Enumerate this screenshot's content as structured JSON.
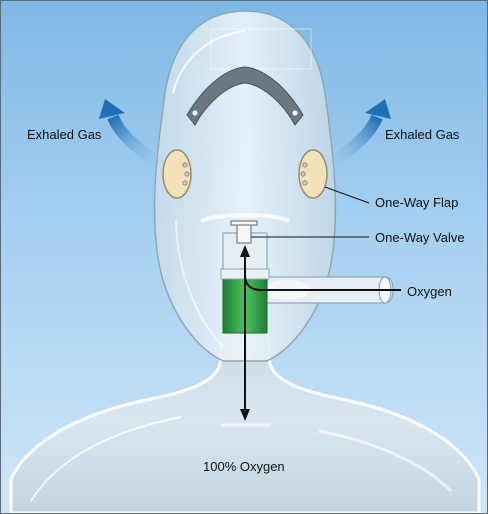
{
  "labels": {
    "exhaled_left": "Exhaled Gas",
    "exhaled_right": "Exhaled Gas",
    "one_way_flap": "One-Way Flap",
    "one_way_valve": "One-Way Valve",
    "oxygen": "Oxygen",
    "reservoir": "100% Oxygen"
  },
  "colors": {
    "sky_top": "#7fb8e6",
    "arrow_blue": "#1f6fb5",
    "flap_fill": "#f3e1b8",
    "reservoir_green": "#2f9a45",
    "line": "#111111"
  }
}
